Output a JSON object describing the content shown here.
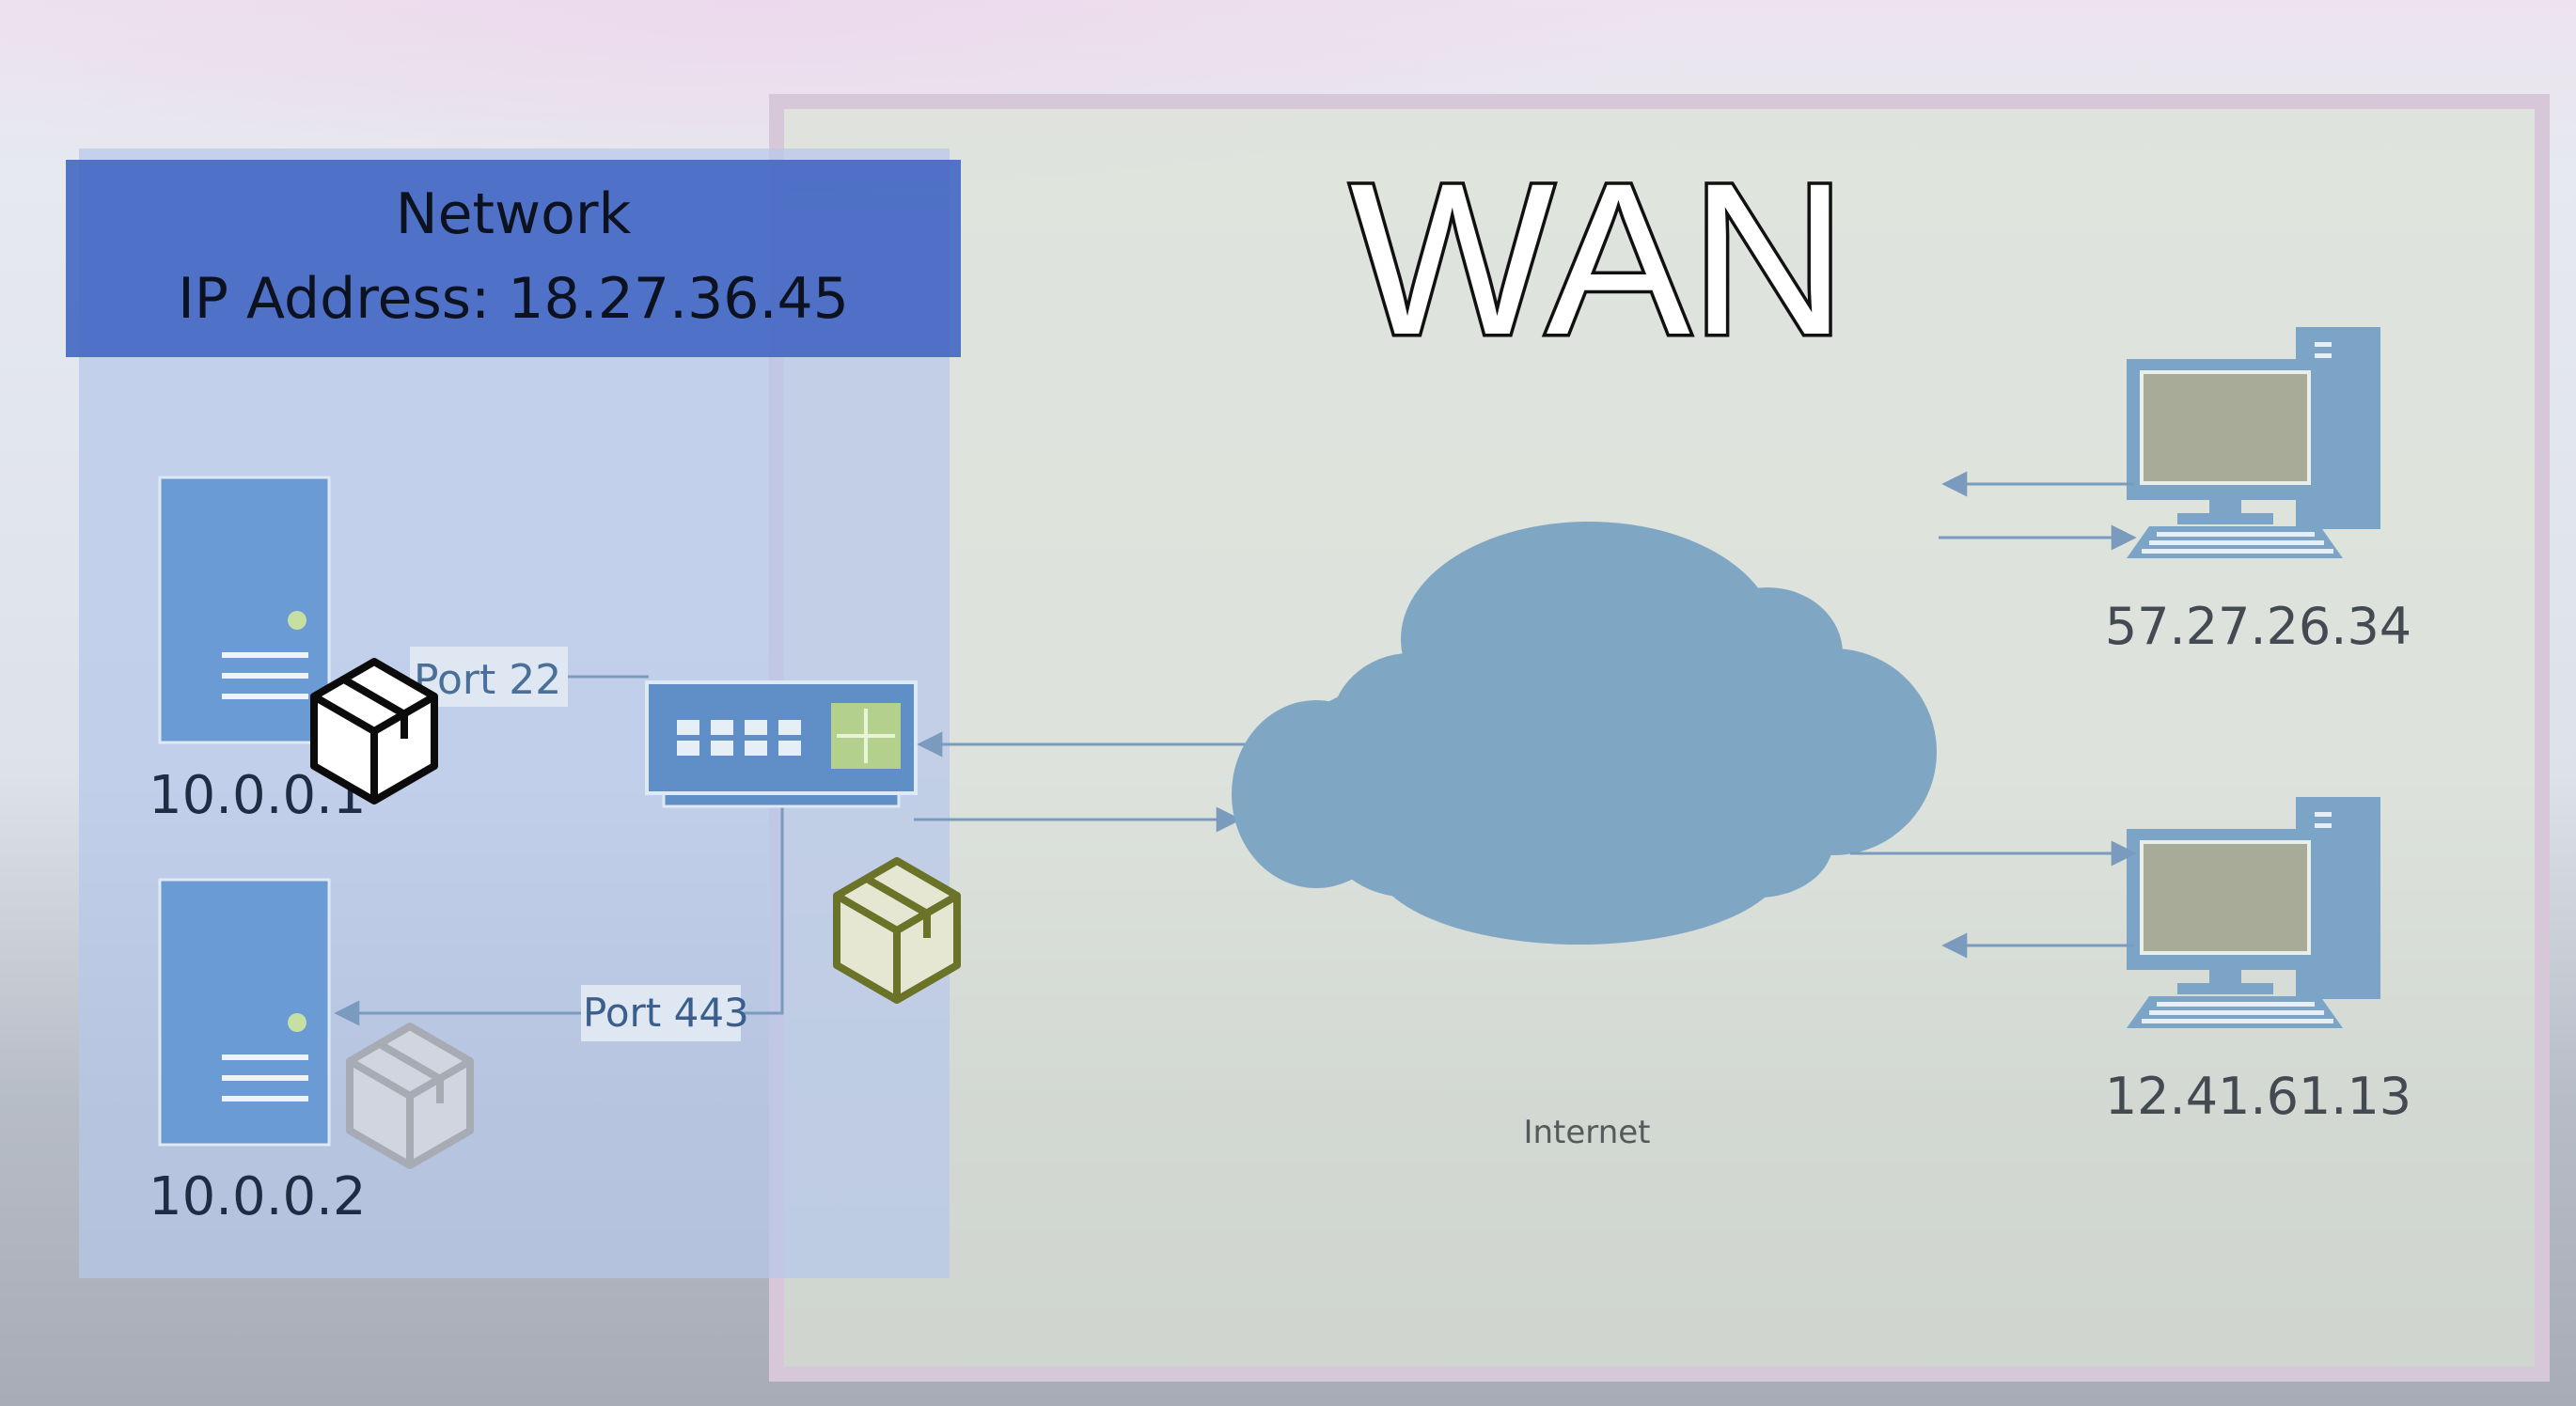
{
  "wan": {
    "title": "WAN"
  },
  "network": {
    "title": "Network",
    "ip_label": "IP Address: 18.27.36.45"
  },
  "servers": [
    {
      "ip": "10.0.0.1",
      "port_label": "Port 22"
    },
    {
      "ip": "10.0.0.2",
      "port_label": "Port 443"
    }
  ],
  "cloud": {
    "label": "Internet"
  },
  "computers": [
    {
      "ip": "57.27.26.34"
    },
    {
      "ip": "12.41.61.13"
    }
  ],
  "colors": {
    "network_header": "#4a6cc5",
    "lan_panel": "#c2d0ea",
    "wan_panel": "#dde3d8",
    "device_blue": "#6b9bd4",
    "cloud": "#7fa7c4",
    "computer": "#7ca4c6",
    "screen": "#a7ab98",
    "router_accent": "#b3d08c",
    "package_active": "#6a7327"
  },
  "icons": [
    "server-icon",
    "router-icon",
    "cloud-icon",
    "computer-icon",
    "package-icon"
  ]
}
